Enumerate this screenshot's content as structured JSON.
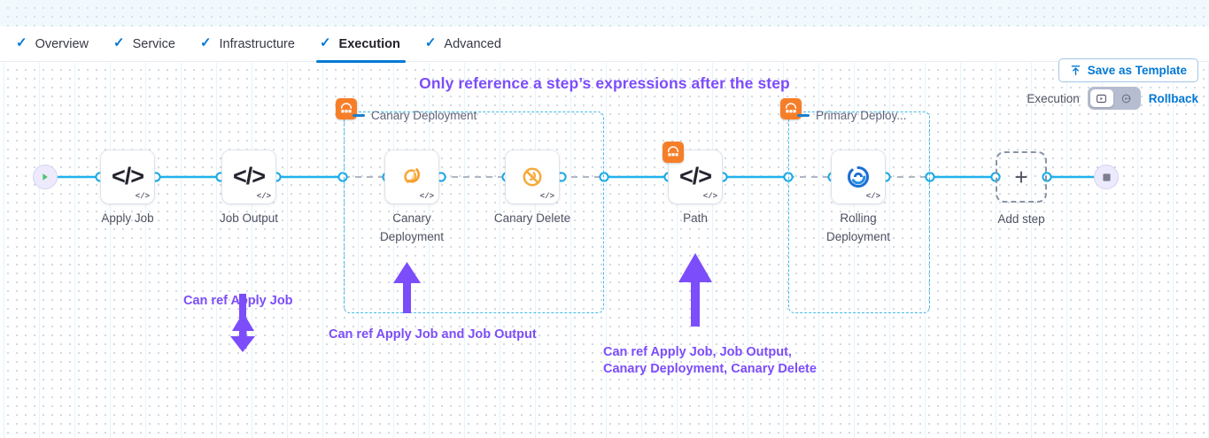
{
  "tabs": [
    {
      "label": "Overview",
      "active": false
    },
    {
      "label": "Service",
      "active": false
    },
    {
      "label": "Infrastructure",
      "active": false
    },
    {
      "label": "Execution",
      "active": true
    },
    {
      "label": "Advanced",
      "active": false
    }
  ],
  "toolbar": {
    "save_label": "Save as Template",
    "save_icon": "upload-icon"
  },
  "headline": "Only reference a step’s expressions after the step",
  "exec_toggle": {
    "execution_label": "Execution",
    "rollback_label": "Rollback",
    "left_icon": "play-box-icon",
    "right_icon": "rollback-circle-icon",
    "active": "execution"
  },
  "pipeline": {
    "start_icon": "play-circle-icon",
    "end_icon": "stop-circle-icon",
    "add_step": {
      "label": "Add step",
      "icon": "plus-icon"
    },
    "nodes": [
      {
        "name": "Apply Job",
        "icon": "code-icon",
        "corner": "</>"
      },
      {
        "name": "Job Output",
        "icon": "code-icon",
        "corner": "</>"
      },
      {
        "name": "Canary Deployment",
        "icon": "canary-icon",
        "corner": "</>"
      },
      {
        "name": "Canary Delete",
        "icon": "canary-delete-icon",
        "corner": "</>"
      },
      {
        "name": "Path",
        "icon": "code-icon",
        "corner": "</>",
        "badge": "step-group-icon"
      },
      {
        "name": "Rolling Deployment",
        "icon": "rolling-deployment-icon",
        "corner": "</>"
      }
    ],
    "groups": [
      {
        "title": "Canary Deployment",
        "badge": "step-group-icon"
      },
      {
        "title": "Primary Deploy...",
        "badge": "step-group-icon"
      }
    ]
  },
  "annotations": [
    {
      "text": "Can ref Apply Job"
    },
    {
      "text": "Can ref Apply Job and Job Output"
    },
    {
      "text_line1": "Can ref Apply Job, Job Output,",
      "text_line2": "Canary Deployment, Canary Delete"
    }
  ],
  "colors": {
    "accent_blue": "#0278d4",
    "annotation_purple": "#7c4dfa",
    "group_border": "#41bbe8",
    "badge_orange": "#f77e28",
    "connector_blue": "#20b2ea"
  }
}
